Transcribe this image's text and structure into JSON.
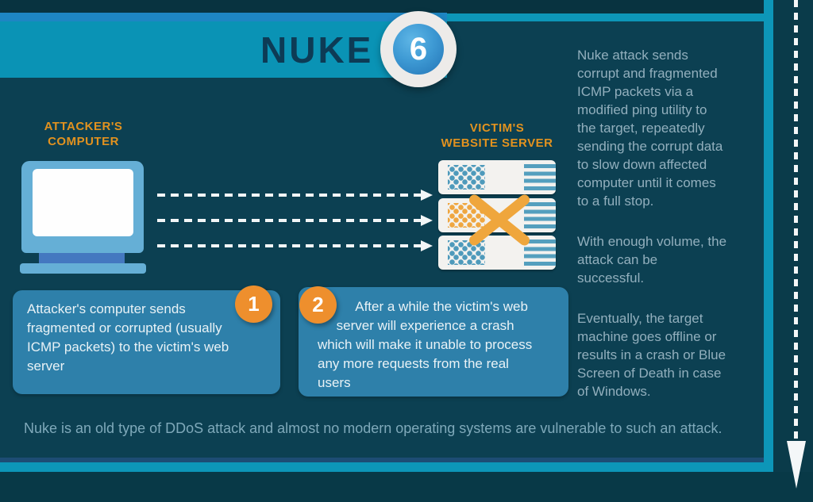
{
  "banner": {
    "title": "NUKE",
    "badge": "6"
  },
  "sidebar": {
    "paragraphs": [
      "Nuke attack sends\ncorrupt and fragmented\nICMP packets via a\nmodified ping utility to\nthe target, repeatedly\nsending the corrupt data\nto slow down affected\ncomputer until it comes\nto a full stop.",
      "With enough volume, the\nattack can be\nsuccessful.",
      "Eventually, the target\nmachine goes offline or\nresults in a crash or Blue\nScreen of Death in case\nof Windows."
    ]
  },
  "diagram": {
    "attacker_label": "ATTACKER'S\nCOMPUTER",
    "victim_label": "VICTIM'S\nWEBSITE SERVER"
  },
  "steps": [
    {
      "number": "1",
      "text": "Attacker's computer sends\nfragmented or corrupted (usually\nICMP packets) to the victim's web\nserver"
    },
    {
      "number": "2",
      "text": "          After a while the victim's web\n     server will experience a crash\nwhich will make it unable to process\nany more requests from the real\nusers"
    }
  ],
  "footer": {
    "note": "Nuke is an old type of DDoS attack and almost no modern operating systems are vulnerable to such an attack."
  },
  "colors": {
    "background": "#0C4052",
    "banner_band": "#0A93B5",
    "banner_stripe": "#1E86C3",
    "frame_teal": "#0D96B8",
    "accent_orange": "#EE8F2D",
    "label_orange": "#E2921F",
    "step_box_blue": "#2E80AA",
    "badge_blue": "#2273B5",
    "title_navy": "#0D3B55",
    "sidebar_text": "#92AFBD",
    "footer_text": "#7FA9BA"
  }
}
